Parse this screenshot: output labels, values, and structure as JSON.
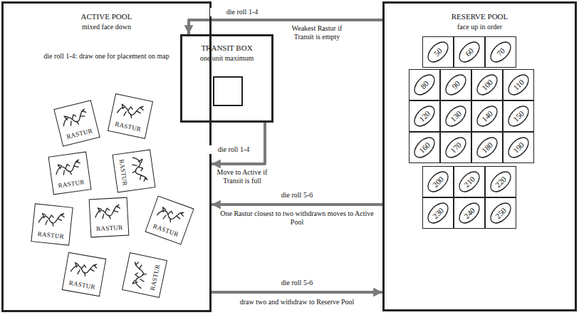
{
  "diagram": {
    "nodes": [
      {
        "text": [
          "ACTIVE POOL",
          "mixed face down",
          "die roll 1-4: draw one for placement on map"
        ]
      },
      {
        "text": [
          "RASTUR"
        ],
        "in": 0
      },
      {
        "text": [
          "RASTUR"
        ],
        "in": 0
      },
      {
        "text": [
          "RASTUR"
        ],
        "in": 0
      },
      {
        "text": [
          "RASTUR"
        ],
        "in": 0
      },
      {
        "text": [
          "RASTUR"
        ],
        "in": 0
      },
      {
        "text": [
          "RASTUR"
        ],
        "in": 0
      },
      {
        "text": [
          "RASTUR"
        ],
        "in": 0
      },
      {
        "text": [
          "RASTUR"
        ],
        "in": 0
      },
      {
        "text": [
          "RASTUR"
        ],
        "in": 0
      },
      {
        "text": [
          "TRANSIT BOX",
          "one unit maximum"
        ]
      },
      {
        "text": [
          "RESERVE POOL",
          "face up in order"
        ]
      },
      {
        "text": [
          "50"
        ],
        "in": 11
      },
      {
        "text": [
          "60"
        ],
        "in": 11
      },
      {
        "text": [
          "70"
        ],
        "in": 11
      },
      {
        "text": [
          "80"
        ],
        "in": 11
      },
      {
        "text": [
          "90"
        ],
        "in": 11
      },
      {
        "text": [
          "100"
        ],
        "in": 11
      },
      {
        "text": [
          "110"
        ],
        "in": 11
      },
      {
        "text": [
          "120"
        ],
        "in": 11
      },
      {
        "text": [
          "130"
        ],
        "in": 11
      },
      {
        "text": [
          "140"
        ],
        "in": 11
      },
      {
        "text": [
          "150"
        ],
        "in": 11
      },
      {
        "text": [
          "160"
        ],
        "in": 11
      },
      {
        "text": [
          "170"
        ],
        "in": 11
      },
      {
        "text": [
          "180"
        ],
        "in": 11
      },
      {
        "text": [
          "190"
        ],
        "in": 11
      },
      {
        "text": [
          "200"
        ],
        "in": 11
      },
      {
        "text": [
          "210"
        ],
        "in": 11
      },
      {
        "text": [
          "220"
        ],
        "in": 11
      },
      {
        "text": [
          "230"
        ],
        "in": 11
      },
      {
        "text": [
          "240"
        ],
        "in": 11
      },
      {
        "text": [
          "250"
        ],
        "in": 11
      }
    ],
    "edges": [
      {
        "from": 11,
        "to": 10,
        "arrow": "to",
        "label": "die roll 1-4"
      },
      {
        "from": 10,
        "to": 0,
        "arrow": "to",
        "label": "die roll 1-4"
      },
      {
        "from": 11,
        "to": 0,
        "arrow": "to",
        "label": "die roll 5-6"
      },
      {
        "from": 0,
        "to": 11,
        "arrow": "to",
        "label": "die roll 5-6"
      }
    ],
    "labels": [
      "Weakest Rastur if Transit is empty",
      "Move to Active if Transit is full",
      "One Rastur closest to two withdrawn moves to Active Pool",
      "draw two and withdraw to Reserve Pool"
    ]
  }
}
